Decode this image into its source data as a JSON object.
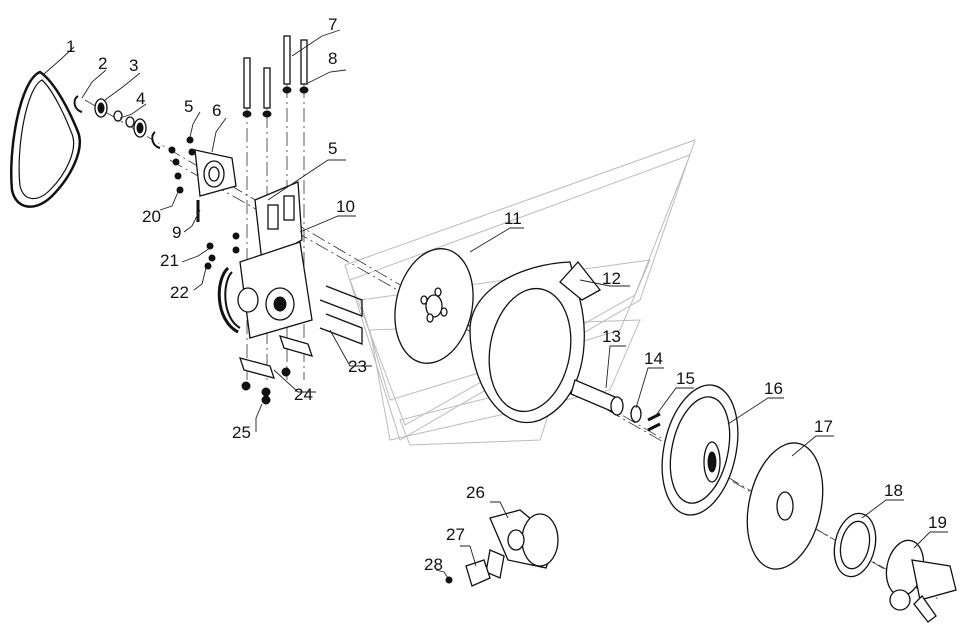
{
  "callouts": [
    {
      "id": "1",
      "text": "1"
    },
    {
      "id": "2",
      "text": "2"
    },
    {
      "id": "3",
      "text": "3"
    },
    {
      "id": "4",
      "text": "4"
    },
    {
      "id": "5a",
      "text": "5"
    },
    {
      "id": "6",
      "text": "6"
    },
    {
      "id": "7",
      "text": "7"
    },
    {
      "id": "8",
      "text": "8"
    },
    {
      "id": "5b",
      "text": "5"
    },
    {
      "id": "10",
      "text": "10"
    },
    {
      "id": "11",
      "text": "11"
    },
    {
      "id": "12",
      "text": "12"
    },
    {
      "id": "13",
      "text": "13"
    },
    {
      "id": "14",
      "text": "14"
    },
    {
      "id": "15",
      "text": "15"
    },
    {
      "id": "16",
      "text": "16"
    },
    {
      "id": "17",
      "text": "17"
    },
    {
      "id": "18",
      "text": "18"
    },
    {
      "id": "19",
      "text": "19"
    },
    {
      "id": "20",
      "text": "20"
    },
    {
      "id": "9",
      "text": "9"
    },
    {
      "id": "21",
      "text": "21"
    },
    {
      "id": "22",
      "text": "22"
    },
    {
      "id": "23",
      "text": "23"
    },
    {
      "id": "24",
      "text": "24"
    },
    {
      "id": "25",
      "text": "25"
    },
    {
      "id": "26",
      "text": "26"
    },
    {
      "id": "27",
      "text": "27"
    },
    {
      "id": "28",
      "text": "28"
    }
  ]
}
